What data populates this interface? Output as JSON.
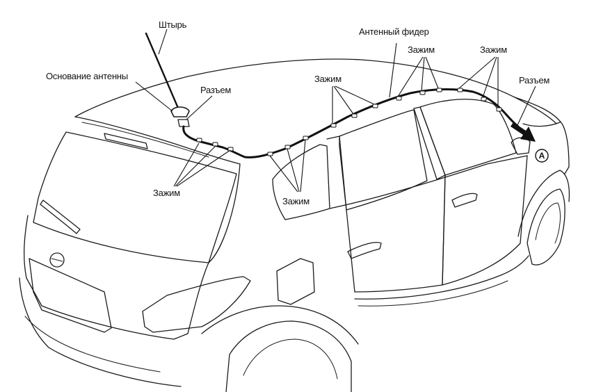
{
  "labels": {
    "rod": "Штырь",
    "antenna_base": "Основание антенны",
    "connector_rear": "Разъем",
    "feeder": "Антенный фидер",
    "clamp_roof_1": "Зажим",
    "clamp_roof_2": "Зажим",
    "clamp_roof_3": "Зажим",
    "clamp_rear": "Зажим",
    "clamp_side": "Зажим",
    "connector_front": "Разъем",
    "marker_a": "A"
  },
  "colors": {
    "line": "#1a1a1a",
    "background": "#ffffff"
  }
}
